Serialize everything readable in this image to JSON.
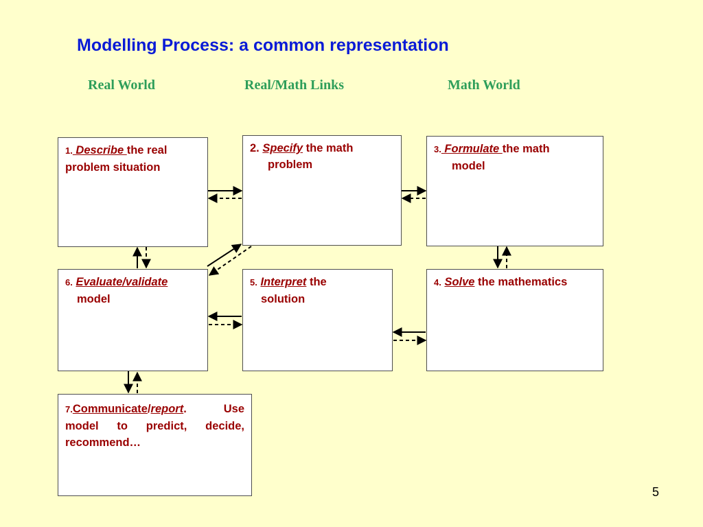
{
  "title": "Modelling Process: a common representation",
  "columns": {
    "real_world": "Real World",
    "links": "Real/Math Links",
    "math_world": "Math World"
  },
  "steps": {
    "s1": {
      "num": "1.",
      "verb": " Describe ",
      "rest": "the real",
      "line2": "problem situation"
    },
    "s2": {
      "num": "2.",
      "verb": "Specify",
      "rest": " the math",
      "line2": "problem"
    },
    "s3": {
      "num": "3.",
      "verb": " Formulate ",
      "rest": "the math",
      "line2": "model"
    },
    "s4": {
      "num": "4.",
      "verb": "Solve",
      "rest": " the mathematics"
    },
    "s5": {
      "num": "5.",
      "verb": "Interpret",
      "rest": " the",
      "line2": "solution"
    },
    "s6": {
      "num": "6.",
      "verb": "Evaluate/validate",
      "line2": "model"
    },
    "s7": {
      "num": "7.",
      "verb_a": "Communicate",
      "slash": "/",
      "verb_b": "report",
      "rest": ".  Use model to predict, decide, recommend…"
    }
  },
  "page_number": "5",
  "colors": {
    "background": "#ffffcc",
    "title": "#0a1bd6",
    "column_heading": "#2e9e5a",
    "step_text": "#990000"
  }
}
